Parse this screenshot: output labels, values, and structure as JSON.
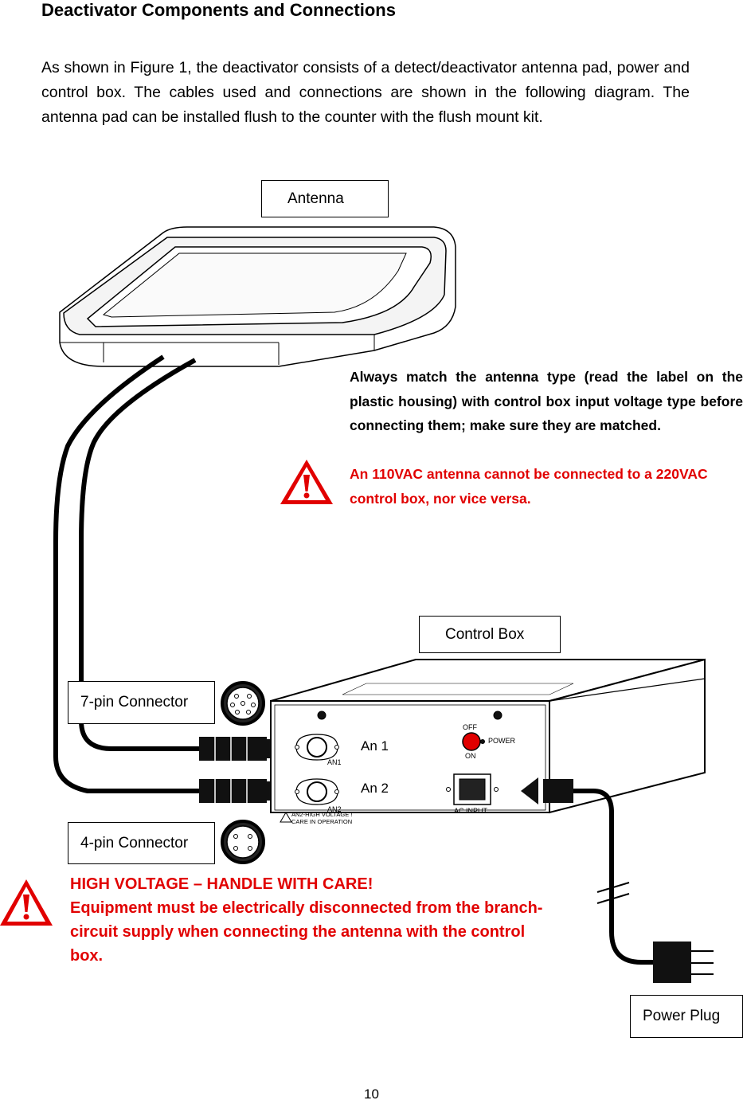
{
  "title": "Deactivator Components and Connections",
  "intro": "As shown in Figure 1, the deactivator consists of a detect/deactivator antenna pad, power and control box. The cables used and connections are shown in the following diagram. The antenna pad can be installed flush to the counter with the flush mount kit.",
  "labels": {
    "antenna": "Antenna",
    "control_box": "Control Box",
    "pin7": "7-pin Connector",
    "pin4": "4-pin Connector",
    "power_plug": "Power Plug"
  },
  "warning_match": {
    "text": "Always match the antenna type (read the label on the plastic housing) with control box input voltage type before connecting them; make sure they are matched.",
    "red_text": "An 110VAC antenna cannot be connected to a 220VAC control box, nor vice versa."
  },
  "warning_hv": {
    "line1": "HIGH VOLTAGE – HANDLE WITH CARE!",
    "line2": "Equipment must be electrically disconnected from the branch-circuit supply when connecting the antenna with the control box."
  },
  "control_panel": {
    "an1": "An 1",
    "an2": "An 2",
    "an1_small": "AN1",
    "an2_small": "AN2",
    "off": "OFF",
    "on": "ON",
    "power": "POWER",
    "ac_input": "AC INPUT",
    "hv_small_1": "AN2-HIGH VOLTAGE !",
    "hv_small_2": "CARE IN OPERATION"
  },
  "page_number": "10",
  "colors": {
    "warning_red": "#e10000"
  }
}
